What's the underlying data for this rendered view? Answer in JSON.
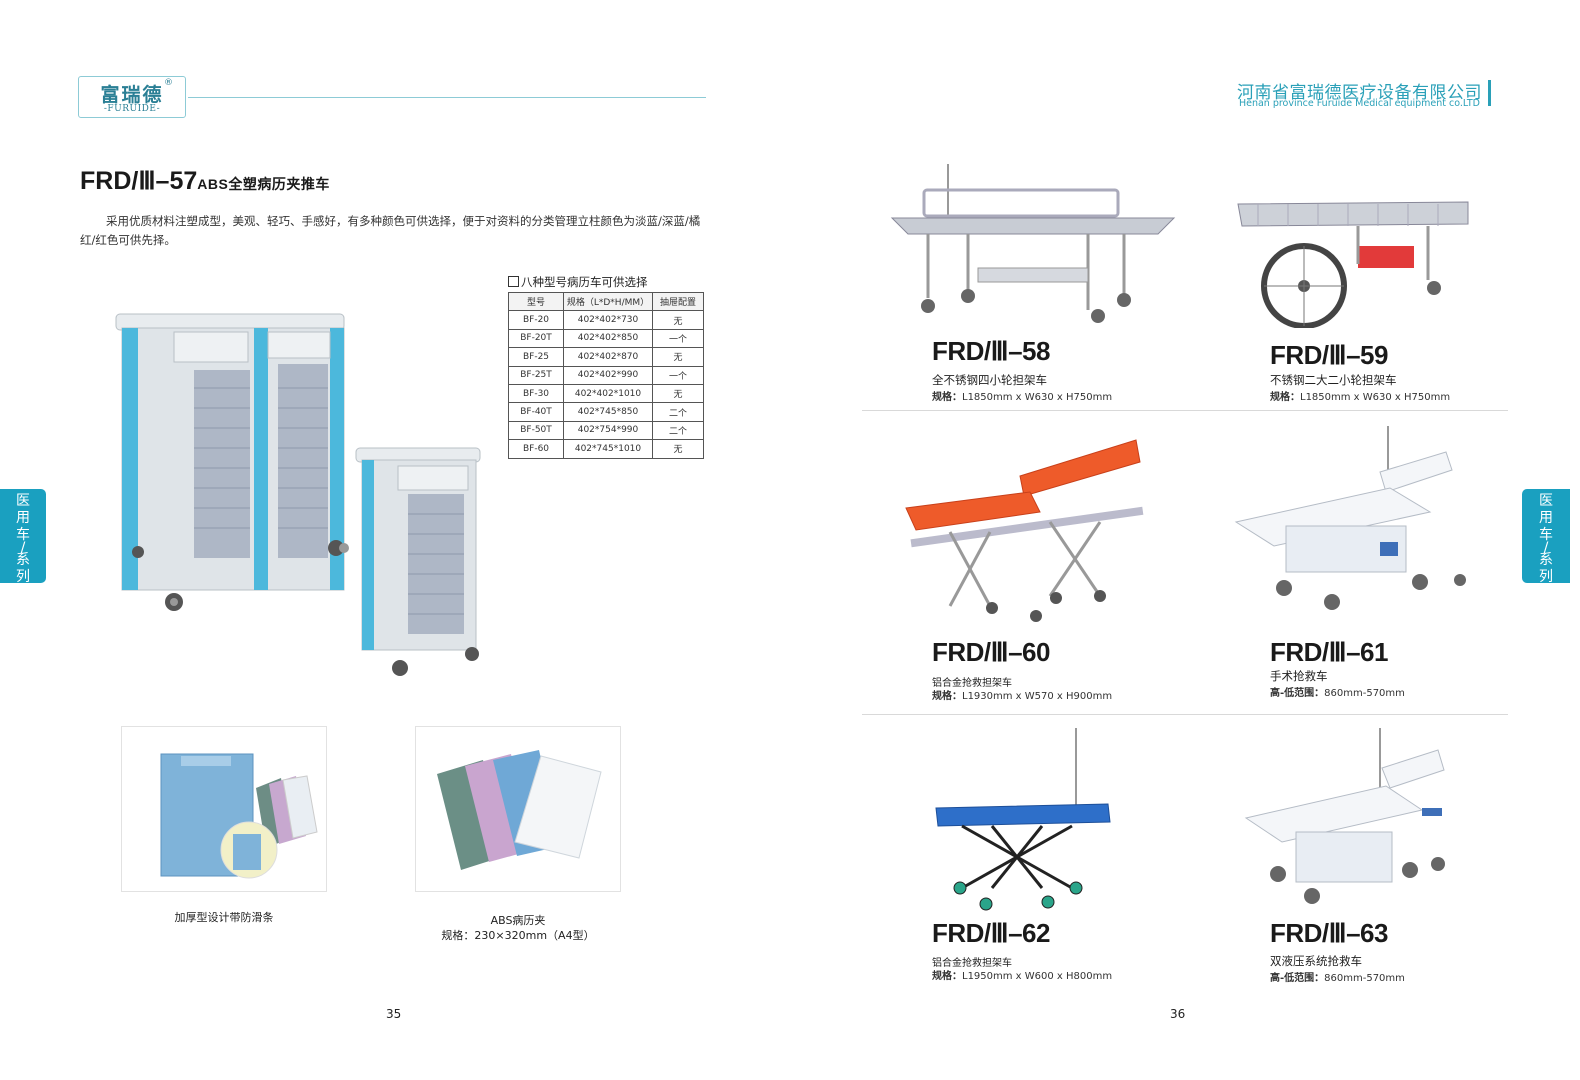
{
  "logo": {
    "cn": "富瑞德",
    "reg": "®",
    "en": "-FURUIDE-"
  },
  "company": {
    "cn": "河南省富瑞德医疗设备有限公司",
    "en": "Henan province Furuide Medical equipment co.LTD"
  },
  "main_product": {
    "model": "FRD/Ⅲ–57",
    "name": "ABS全塑病历夹推车",
    "description": "采用优质材料注塑成型，美观、轻巧、手感好，有多种颜色可供选择，便于对资料的分类管理立柱颜色为淡蓝/深蓝/橘红/红色可供先择。"
  },
  "spec_table": {
    "caption": "八种型号病历车可供选择",
    "headers": [
      "型号",
      "规格（L*D*H/MM）",
      "抽屉配置"
    ],
    "rows": [
      [
        "BF-20",
        "402*402*730",
        "无"
      ],
      [
        "BF-20T",
        "402*402*850",
        "一个"
      ],
      [
        "BF-25",
        "402*402*870",
        "无"
      ],
      [
        "BF-25T",
        "402*402*990",
        "一个"
      ],
      [
        "BF-30",
        "402*402*1010",
        "无"
      ],
      [
        "BF-40T",
        "402*745*850",
        "二个"
      ],
      [
        "BF-50T",
        "402*754*990",
        "二个"
      ],
      [
        "BF-60",
        "402*745*1010",
        "无"
      ]
    ]
  },
  "accessories": [
    {
      "caption": "加厚型设计带防滑条"
    },
    {
      "caption": "ABS病历夹",
      "spec": "规格：230×320mm（A4型）"
    }
  ],
  "products": [
    {
      "model": "FRD/Ⅲ–58",
      "name": "全不锈钢四小轮担架车",
      "spec_label": "规格：",
      "spec": "L1850mm x W630 x H750mm"
    },
    {
      "model": "FRD/Ⅲ–59",
      "name": "不锈钢二大二小轮担架车",
      "spec_label": "规格：",
      "spec": "L1850mm x W630 x H750mm"
    },
    {
      "model": "FRD/Ⅲ–60",
      "name": "铝合金抢救担架车",
      "spec_label": "规格：",
      "spec": "L1930mm x W570 x H900mm"
    },
    {
      "model": "FRD/Ⅲ–61",
      "name": "手术抢救车",
      "spec_label": "高-低范围：",
      "spec": "860mm-570mm"
    },
    {
      "model": "FRD/Ⅲ–62",
      "name": "铝合金抢救担架车",
      "spec_label": "规格：",
      "spec": "L1950mm x W600 x H800mm"
    },
    {
      "model": "FRD/Ⅲ–63",
      "name": "双液压系统抢救车",
      "spec_label": "高-低范围：",
      "spec": "860mm-570mm"
    }
  ],
  "side_tab": {
    "line1": "医",
    "line2": "用",
    "line3": "车",
    "line4": "/",
    "line5": "系",
    "line6": "列"
  },
  "pages": {
    "left": "35",
    "right": "36"
  },
  "colors": {
    "accent": "#1aa0c0",
    "brand_text": "#2aa0b8",
    "stretcher_orange": "#e8552a",
    "trolley_blue": "#4cb8dc"
  }
}
